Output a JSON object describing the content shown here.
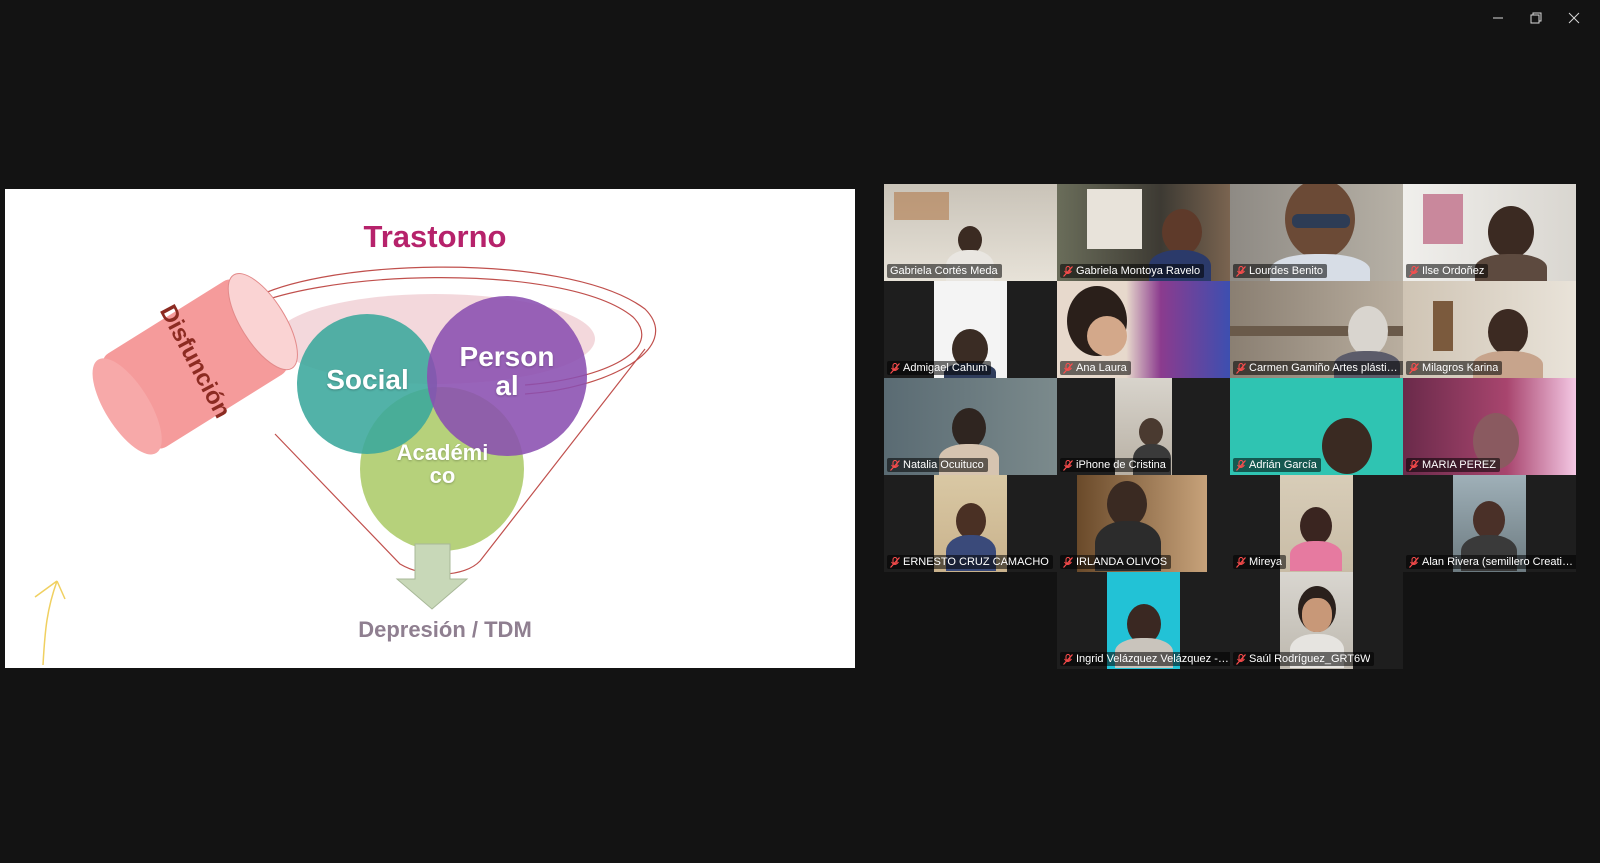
{
  "window_controls": {
    "minimize": "–",
    "restore": "❐",
    "close": "✕"
  },
  "slide": {
    "title": "Trastorno",
    "tilted_label": "Disfunción",
    "circles": {
      "social": "Social",
      "personal_line1": "Person",
      "personal_line2": "al",
      "academic_line1": "Académi",
      "academic_line2": "co"
    },
    "footer": "Depresión / TDM",
    "colors": {
      "title": "#b6226b",
      "social": "#3aa79c",
      "personal": "#8a4fb1",
      "academic": "#a9c964",
      "pink": "#f6b7b7"
    }
  },
  "participants": [
    {
      "name": "Gabriela Cortés Meda",
      "muted": false,
      "active": true
    },
    {
      "name": "Gabriela Montoya Ravelo",
      "muted": true
    },
    {
      "name": "Lourdes Benito",
      "muted": true
    },
    {
      "name": "Ilse Ordoñez",
      "muted": true
    },
    {
      "name": "Admigael Cahum",
      "muted": true
    },
    {
      "name": "Ana Laura",
      "muted": true
    },
    {
      "name": "Carmen Gamiño Artes plásticas",
      "muted": true
    },
    {
      "name": "Milagros Karina",
      "muted": true
    },
    {
      "name": "Natalia Ocuituco",
      "muted": true
    },
    {
      "name": "iPhone de Cristina",
      "muted": true
    },
    {
      "name": "Adrián García",
      "muted": true
    },
    {
      "name": "MARIA PEREZ",
      "muted": true
    },
    {
      "name": "ERNESTO CRUZ CAMACHO",
      "muted": true
    },
    {
      "name": "IRLANDA OLIVOS",
      "muted": true
    },
    {
      "name": "Mireya",
      "muted": true
    },
    {
      "name": "Alan Rivera (semillero Creativ...",
      "muted": true
    },
    {
      "name": "Ingrid Velázquez Velázquez -S...",
      "muted": true
    },
    {
      "name": "Saúl Rodríguez_GRT6W",
      "muted": true
    }
  ]
}
